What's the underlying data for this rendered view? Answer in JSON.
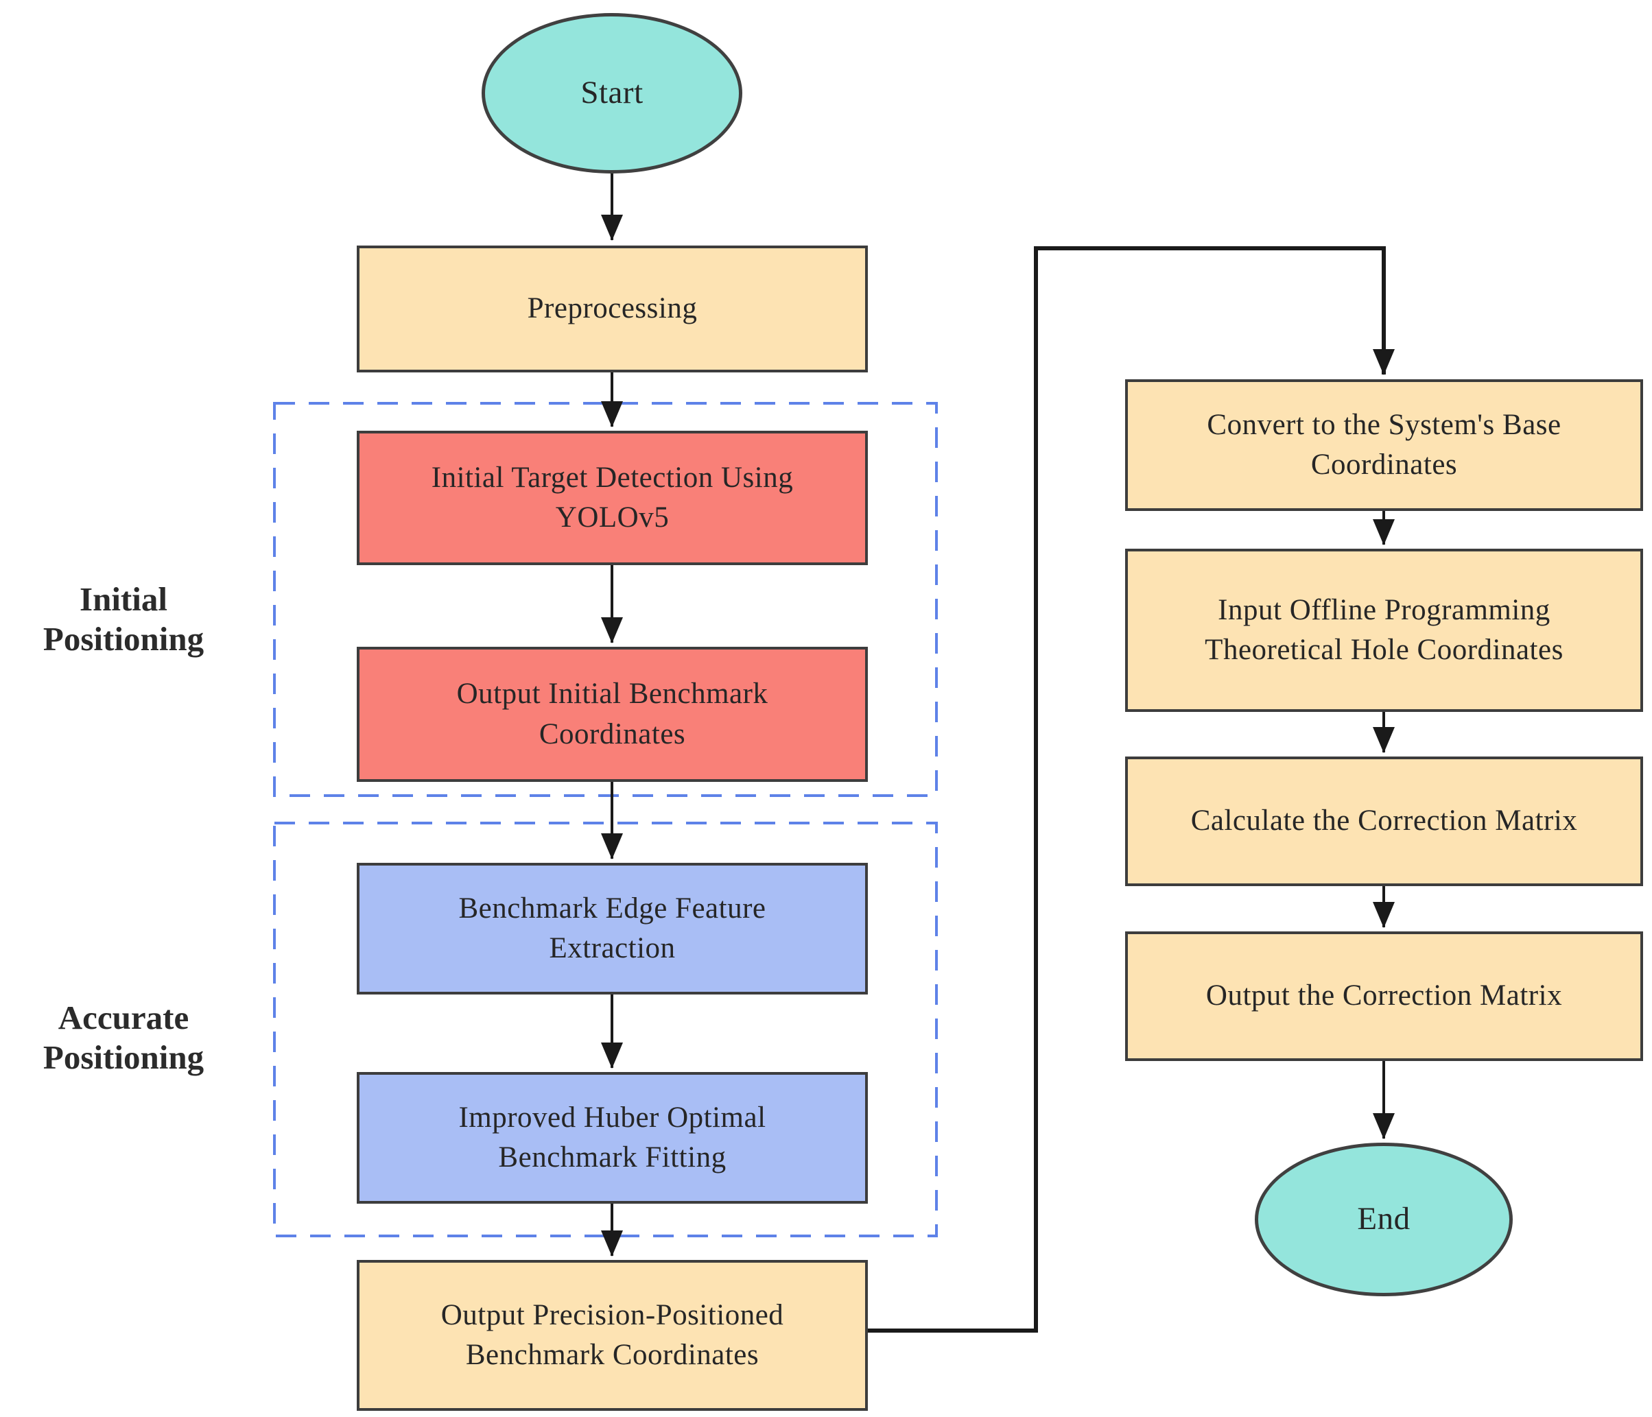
{
  "colors": {
    "terminal": "#94E5DC",
    "process": "#FDE3B3",
    "initial_stage": "#F98078",
    "accurate_stage": "#A9BEF5",
    "group_border": "#5E82E8",
    "node_border": "#3D3D3D",
    "arrow": "#1A1A1A",
    "text": "#262626"
  },
  "groups": [
    {
      "label": "Initial Positioning"
    },
    {
      "label": "Accurate Positioning"
    }
  ],
  "nodes": {
    "start": {
      "label": "Start"
    },
    "preprocessing": {
      "label": "Preprocessing"
    },
    "yolo": {
      "label": "Initial Target Detection Using YOLOv5"
    },
    "initial_coords": {
      "label": "Output Initial Benchmark Coordinates"
    },
    "edge_feature": {
      "label": "Benchmark Edge Feature Extraction"
    },
    "huber": {
      "label": "Improved Huber Optimal Benchmark Fitting"
    },
    "precision_coords": {
      "label": "Output Precision-Positioned Benchmark Coordinates"
    },
    "convert_base": {
      "label": "Convert to the System's Base Coordinates"
    },
    "input_offline": {
      "label": "Input Offline Programming Theoretical Hole Coordinates"
    },
    "calc_matrix": {
      "label": "Calculate the Correction Matrix"
    },
    "output_matrix": {
      "label": "Output the Correction Matrix"
    },
    "end": {
      "label": "End"
    }
  }
}
